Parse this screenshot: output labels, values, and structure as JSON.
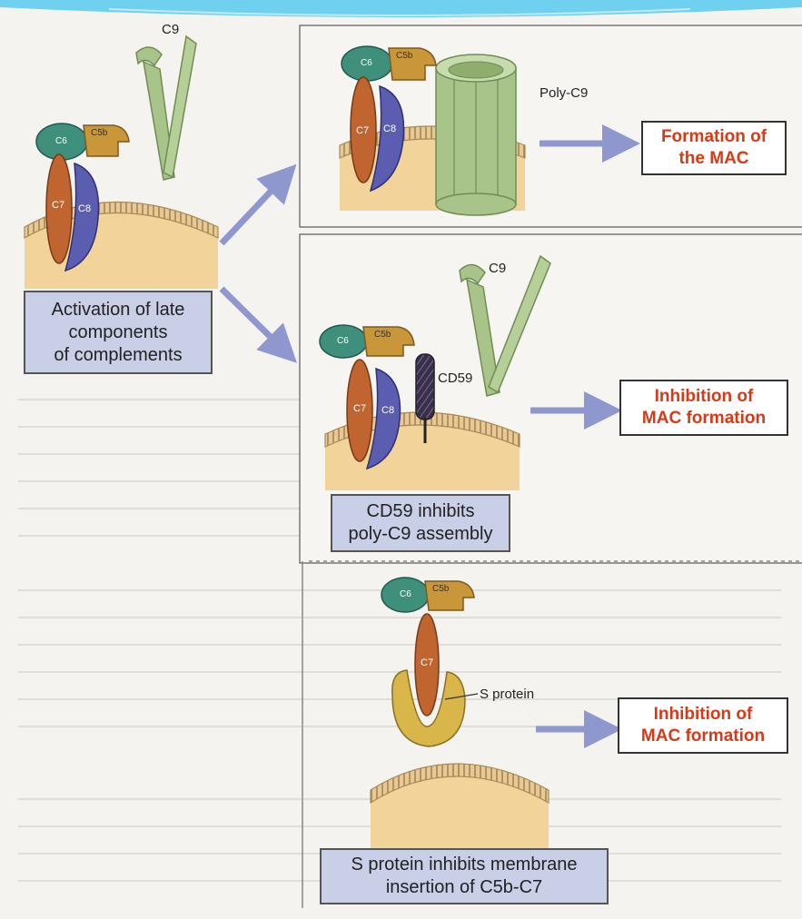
{
  "panels": {
    "activation": {
      "caption_line1": "Activation of late",
      "caption_line2": "components",
      "caption_line3": "of complements",
      "c6": "C6",
      "c5b": "C5b",
      "c7": "C7",
      "c8": "C8",
      "c9": "C9"
    },
    "mac": {
      "c6": "C6",
      "c5b": "C5b",
      "c7": "C7",
      "c8": "C8",
      "poly_c9": "Poly-C9",
      "outcome_line1": "Formation of",
      "outcome_line2": "the MAC"
    },
    "cd59": {
      "c6": "C6",
      "c5b": "C5b",
      "c7": "C7",
      "c8": "C8",
      "c9": "C9",
      "cd59": "CD59",
      "caption_line1": "CD59 inhibits",
      "caption_line2": "poly-C9 assembly",
      "outcome_line1": "Inhibition of",
      "outcome_line2": "MAC formation"
    },
    "sprotein": {
      "c6": "C6",
      "c5b": "C5b",
      "c7": "C7",
      "s_protein": "S protein",
      "caption_line1": "S protein inhibits membrane",
      "caption_line2": "insertion of C5b-C7",
      "outcome_line1": "Inhibition of",
      "outcome_line2": "MAC formation"
    }
  },
  "colors": {
    "c6": "#3f8f7d",
    "c5b": "#c9973a",
    "c7": "#c06530",
    "c8": "#5b5eb0",
    "c9": "#a9c48a",
    "membrane": "#f2d49a",
    "membrane_edge": "#a88a55",
    "s_protein": "#d9b64a",
    "arrow": "#8f97cf",
    "outcome_text": "#d63a16",
    "caption_bg": "#c9cfe6"
  }
}
